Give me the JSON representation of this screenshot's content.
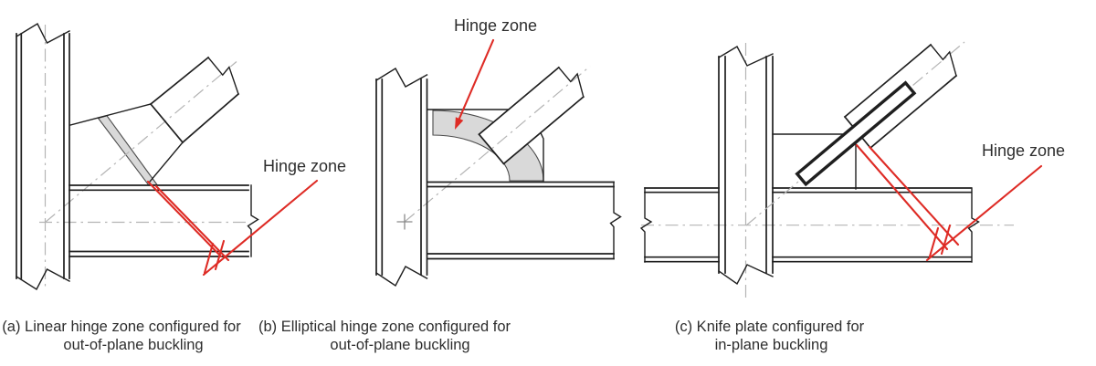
{
  "panels": [
    {
      "id": "a",
      "hinge_label": "Hinge zone",
      "caption_line1": "(a) Linear hinge zone configured for",
      "caption_line2": "out-of-plane buckling"
    },
    {
      "id": "b",
      "hinge_label": "Hinge zone",
      "caption_line1": "(b) Elliptical hinge zone configured for",
      "caption_line2": "out-of-plane buckling"
    },
    {
      "id": "c",
      "hinge_label": "Hinge zone",
      "caption_line1": "(c) Knife plate configured for",
      "caption_line2": "in-plane buckling"
    }
  ],
  "colors": {
    "line": "#1f1f1f",
    "centerline": "#b4b4b4",
    "hinge_fill": "#d9d9d9",
    "annotation_red": "#de2b25",
    "text": "#2e2e2e",
    "background": "#ffffff"
  }
}
